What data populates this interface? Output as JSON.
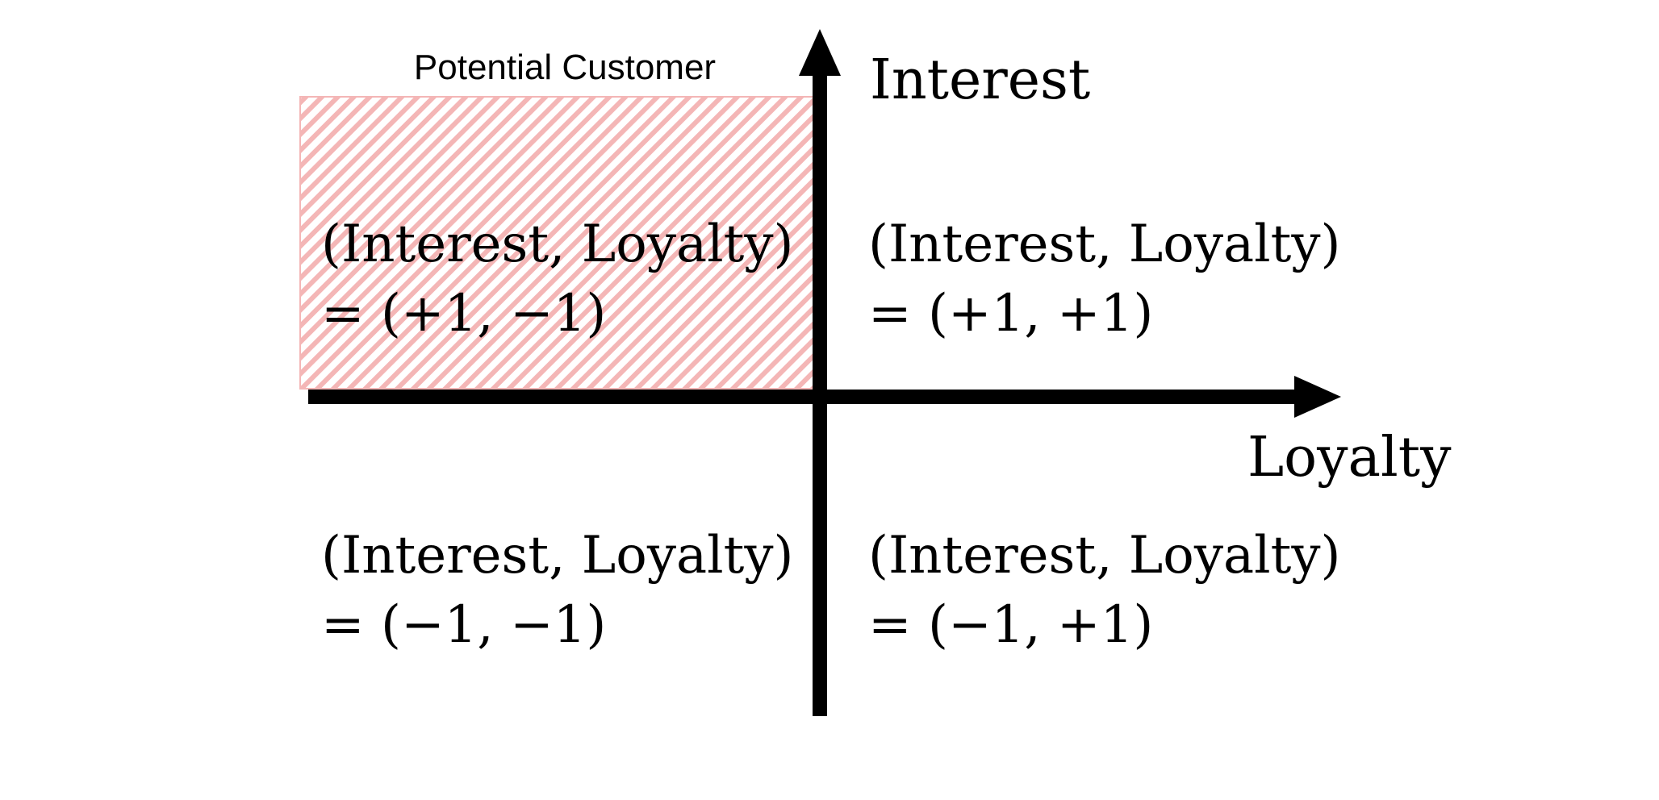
{
  "highlight": {
    "label": "Potential Customer",
    "stripe_color": "#f4b6b6"
  },
  "axes": {
    "vertical_label": "Interest",
    "horizontal_label": "Loyalty",
    "color": "#000000"
  },
  "quadrants": {
    "top_left": {
      "line1": "(Interest, Loyalty)",
      "line2": "= (+1, −1)"
    },
    "top_right": {
      "line1": "(Interest, Loyalty)",
      "line2": "= (+1, +1)"
    },
    "bottom_left": {
      "line1": "(Interest, Loyalty)",
      "line2": "= (−1, −1)"
    },
    "bottom_right": {
      "line1": "(Interest, Loyalty)",
      "line2": "= (−1, +1)"
    }
  }
}
